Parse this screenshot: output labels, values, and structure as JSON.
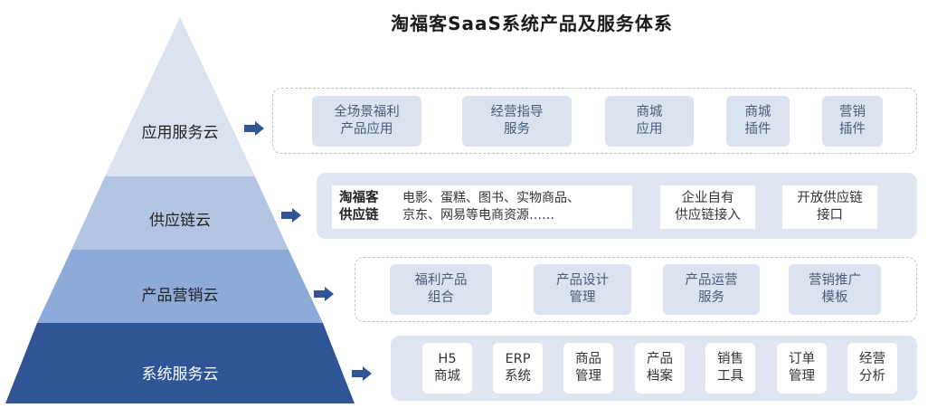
{
  "title": "淘福客SaaS系统产品及服务体系",
  "colors": {
    "level1": "#dbe3f0",
    "level2": "#b4c5e3",
    "level3": "#8eaad8",
    "level4": "#2f5597",
    "arrow": "#2f5597"
  },
  "levels": [
    {
      "label": "应用服务云"
    },
    {
      "label": "供应链云"
    },
    {
      "label": "产品营销云"
    },
    {
      "label": "系统服务云"
    }
  ],
  "app_cloud": {
    "items": [
      "全场景福利\n产品应用",
      "经营指导\n服务",
      "商城\n应用",
      "商城\n插件",
      "营销\n插件"
    ]
  },
  "supply_cloud": {
    "main_name": "淘福客\n供应链",
    "main_desc": "电影、蛋糕、图书、实物商品、\n京东、网易等电商资源……",
    "items": [
      "企业自有\n供应链接入",
      "开放供应链\n接口"
    ]
  },
  "marketing_cloud": {
    "items": [
      "福利产品\n组合",
      "产品设计\n管理",
      "产品运营\n服务",
      "营销推广\n模板"
    ]
  },
  "system_cloud": {
    "items": [
      "H5\n商城",
      "ERP\n系统",
      "商品\n管理",
      "产品\n档案",
      "销售\n工具",
      "订单\n管理",
      "经营\n分析"
    ]
  }
}
